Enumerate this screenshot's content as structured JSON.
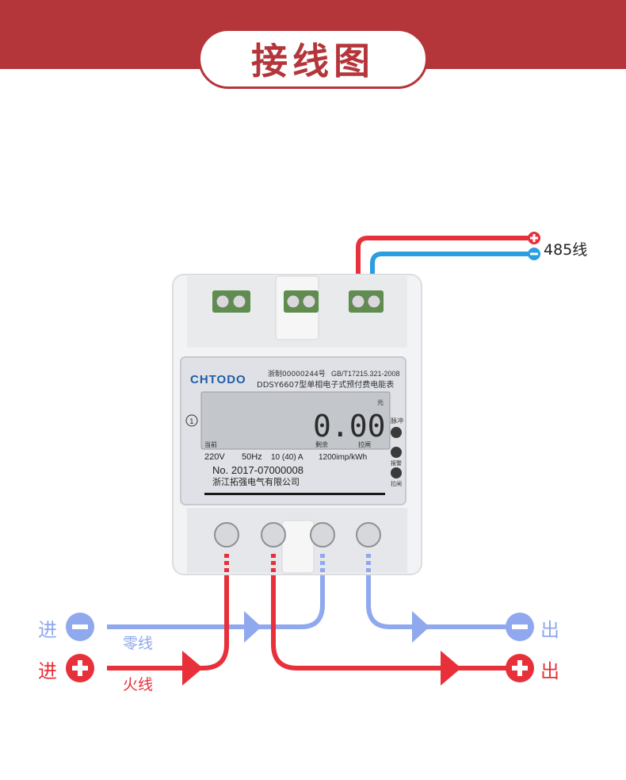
{
  "title": "接线图",
  "meter": {
    "brand": "CHTODO",
    "cert": "浙制00000244号",
    "standard": "GB/T17215.321-2008",
    "model": "DDSY6607型单相电子式预付费电能表",
    "display_value": "0.00",
    "unit": "元",
    "lcd_labels": [
      "当前",
      "剩余",
      "拉闸"
    ],
    "side_labels": [
      "脉冲",
      "报警",
      "拉闸"
    ],
    "marker": "1",
    "voltage": "220V",
    "frequency": "50Hz",
    "current": "10 (40) A",
    "constant": "1200imp/kWh",
    "serial": "No. 2017-07000008",
    "maker": "浙江拓强电气有限公司"
  },
  "wires": {
    "rs485": "485线",
    "plus": "+",
    "minus": "−",
    "in": "进",
    "out": "出",
    "neutral": "零线",
    "live": "火线"
  },
  "colors": {
    "banner": "#b4363b",
    "live_red": "#e8303a",
    "neutral_blue": "#8fa8ee",
    "rs485_blue": "#2a9ee0"
  }
}
